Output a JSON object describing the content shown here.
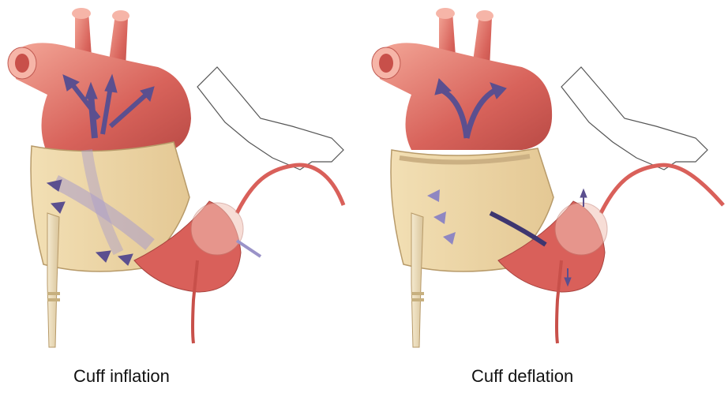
{
  "panels": [
    {
      "caption": "Cuff inflation",
      "state": "inflated"
    },
    {
      "caption": "Cuff deflation",
      "state": "deflated"
    }
  ],
  "colors": {
    "vessel": "#d9605a",
    "vessel_light": "#f0a79b",
    "cuff": "#eedbb0",
    "flow_arrow": "#5b4f8f",
    "tube": "#e9d9b4"
  }
}
